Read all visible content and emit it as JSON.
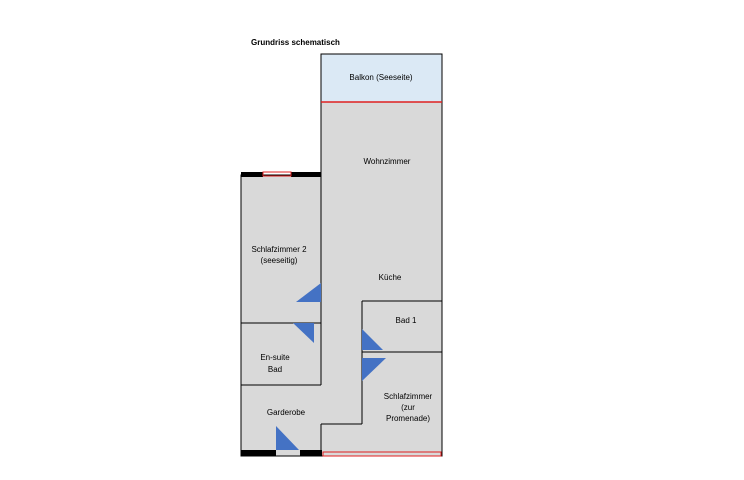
{
  "title": "Grundriss schematisch",
  "rooms": {
    "balkon": "Balkon (Seeseite)",
    "wohnzimmer": "Wohnzimmer",
    "schlafzimmer2": [
      "Schlafzimmer 2",
      "(seeseitig)"
    ],
    "kueche": "Küche",
    "bad1": "Bad 1",
    "ensuite": [
      "En-suite",
      "Bad"
    ],
    "garderobe": "Garderobe",
    "schlafzimmer_promenade": [
      "Schlafzimmer",
      "(zur",
      "Promenade)"
    ]
  },
  "colors": {
    "floor": "#d9d9d9",
    "balcony": "#dbe9f5",
    "wall": "#000000",
    "window": "#e02020",
    "door": "#4472c4"
  }
}
